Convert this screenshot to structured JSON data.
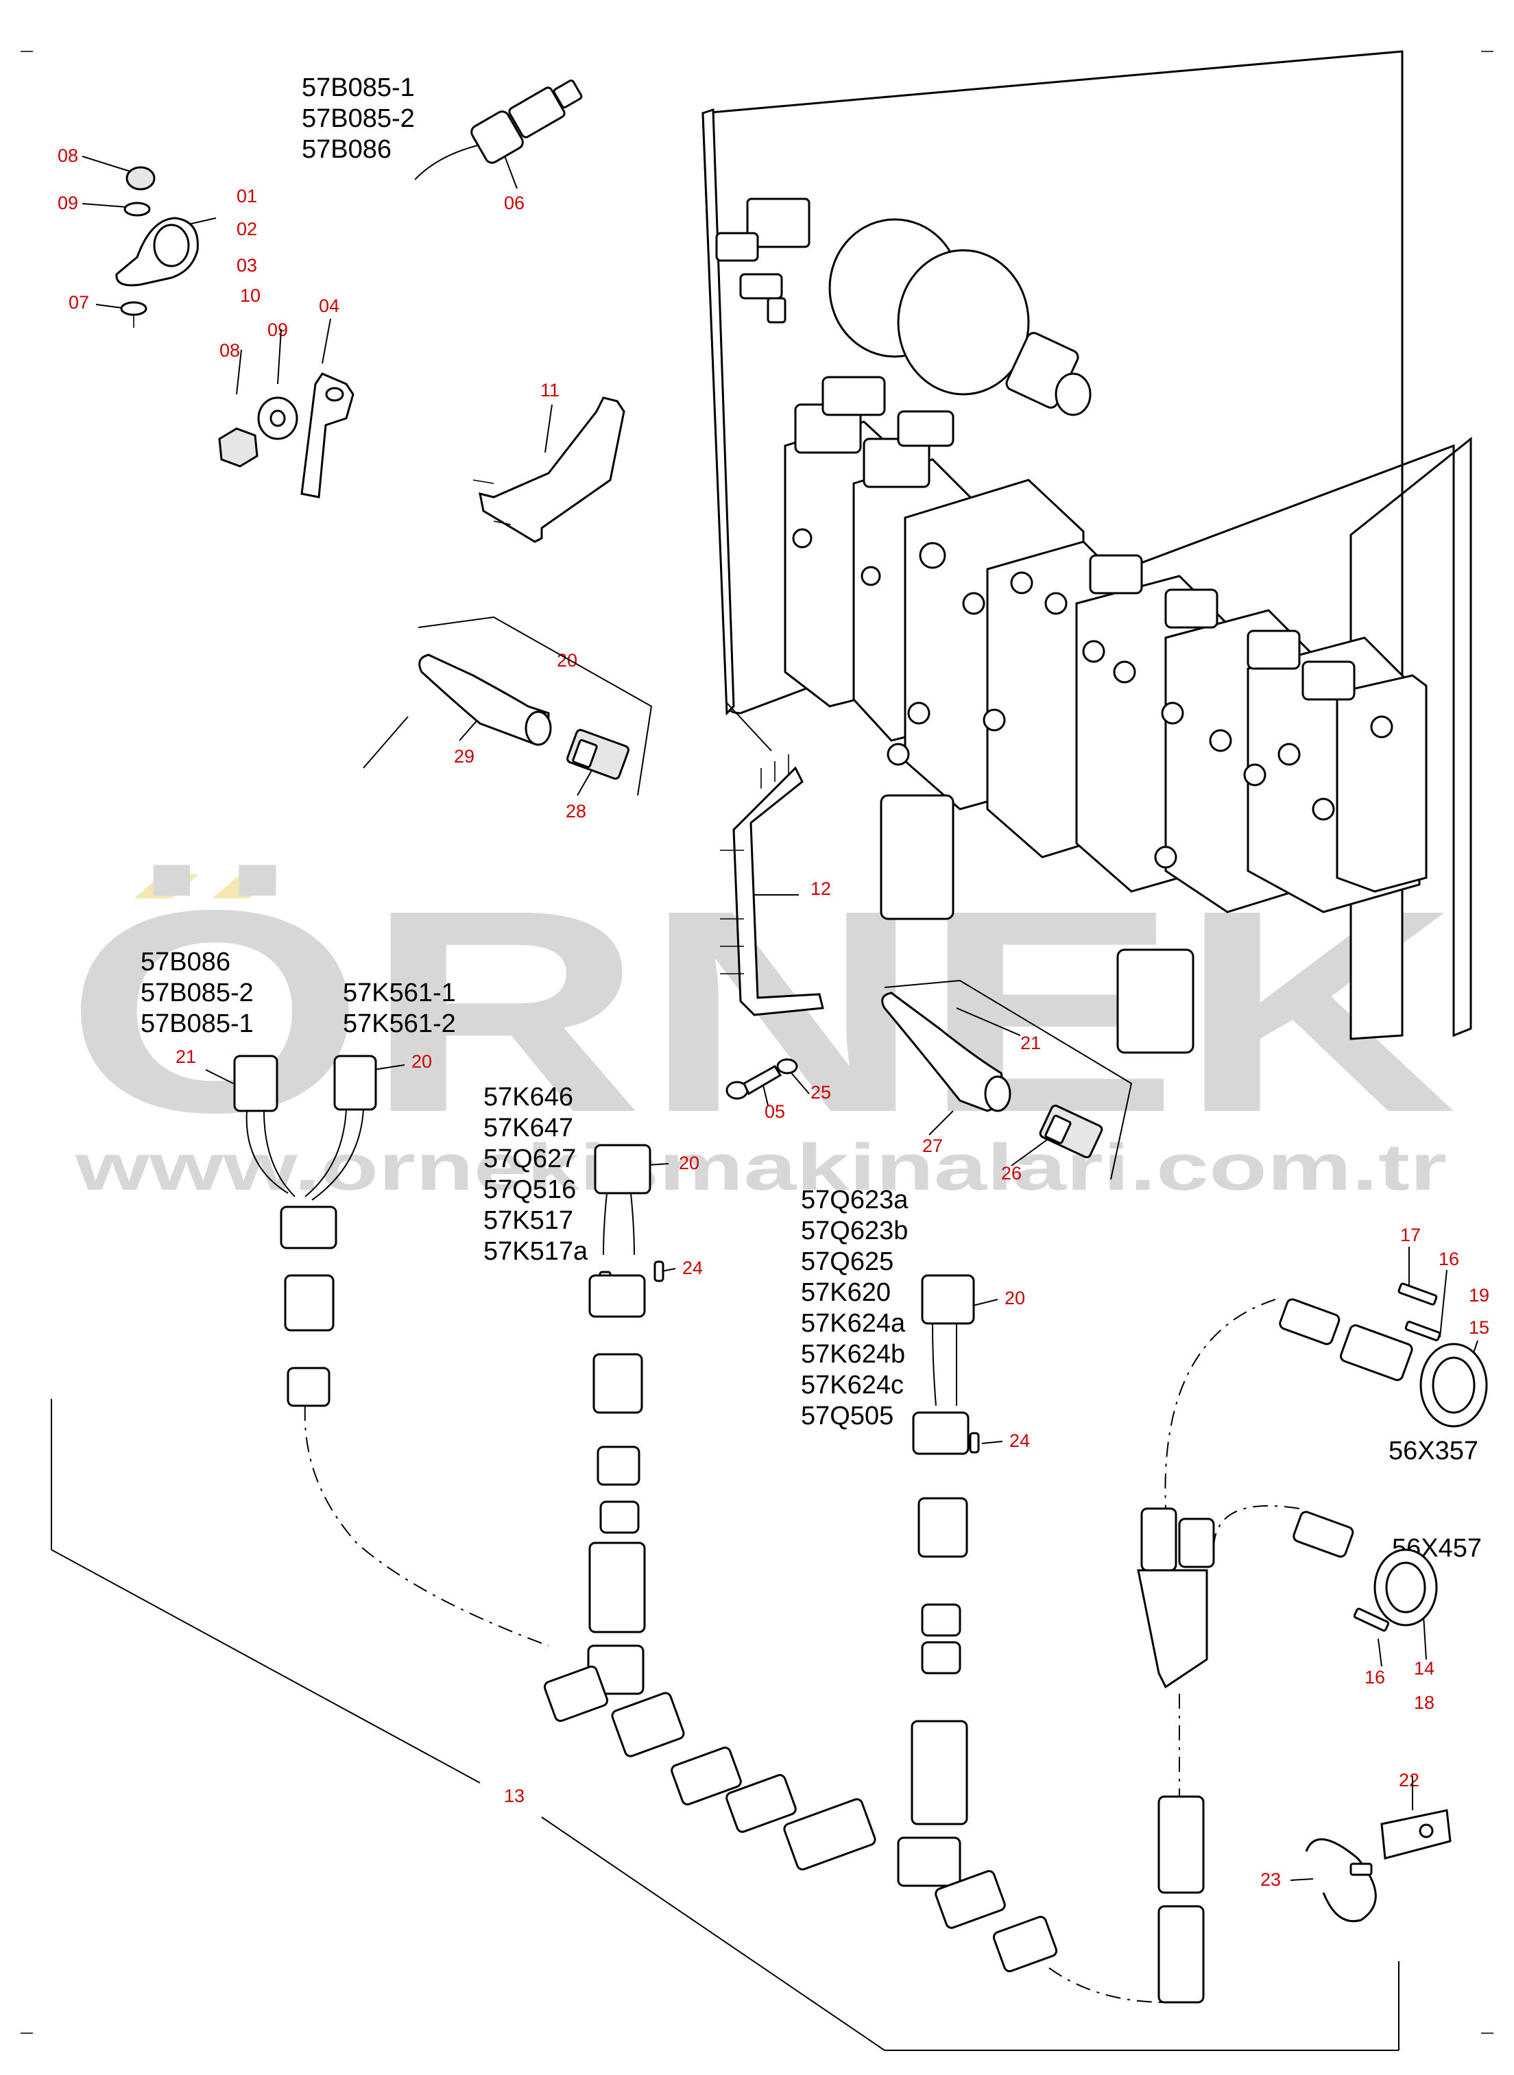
{
  "watermark": {
    "brand": "ÖRNEK",
    "website": "www.ornekismakinalari.com.tr",
    "text_color": "#d7d7d7",
    "accent_color": "#f4e7b0"
  },
  "code_groups": {
    "g1": [
      "57B085-1",
      "57B085-2",
      "57B086"
    ],
    "g2": [
      "57B086",
      "57B085-2",
      "57B085-1"
    ],
    "g3": [
      "57K561-1",
      "57K561-2"
    ],
    "g4": [
      "57K646",
      "57K647",
      "57Q627",
      "57Q516",
      "57K517",
      "57K517a"
    ],
    "g5": [
      "57Q623a",
      "57Q623b",
      "57Q625",
      "57K620",
      "57K624a",
      "57K624b",
      "57K624c",
      "57Q505"
    ],
    "g6": [
      "56X357"
    ],
    "g7": [
      "56X457"
    ]
  },
  "callouts": [
    "08",
    "09",
    "01",
    "02",
    "03",
    "10",
    "07",
    "06",
    "08",
    "09",
    "04",
    "11",
    "20",
    "29",
    "28",
    "12",
    "21",
    "20",
    "21",
    "05",
    "25",
    "27",
    "26",
    "20",
    "24",
    "20",
    "24",
    "17",
    "16",
    "19",
    "15",
    "14",
    "16",
    "18",
    "22",
    "23",
    "13"
  ],
  "colors": {
    "callout": "#cc0000",
    "ink": "#000000",
    "housing": "#ffffff",
    "shade": "#e6e6e6"
  }
}
